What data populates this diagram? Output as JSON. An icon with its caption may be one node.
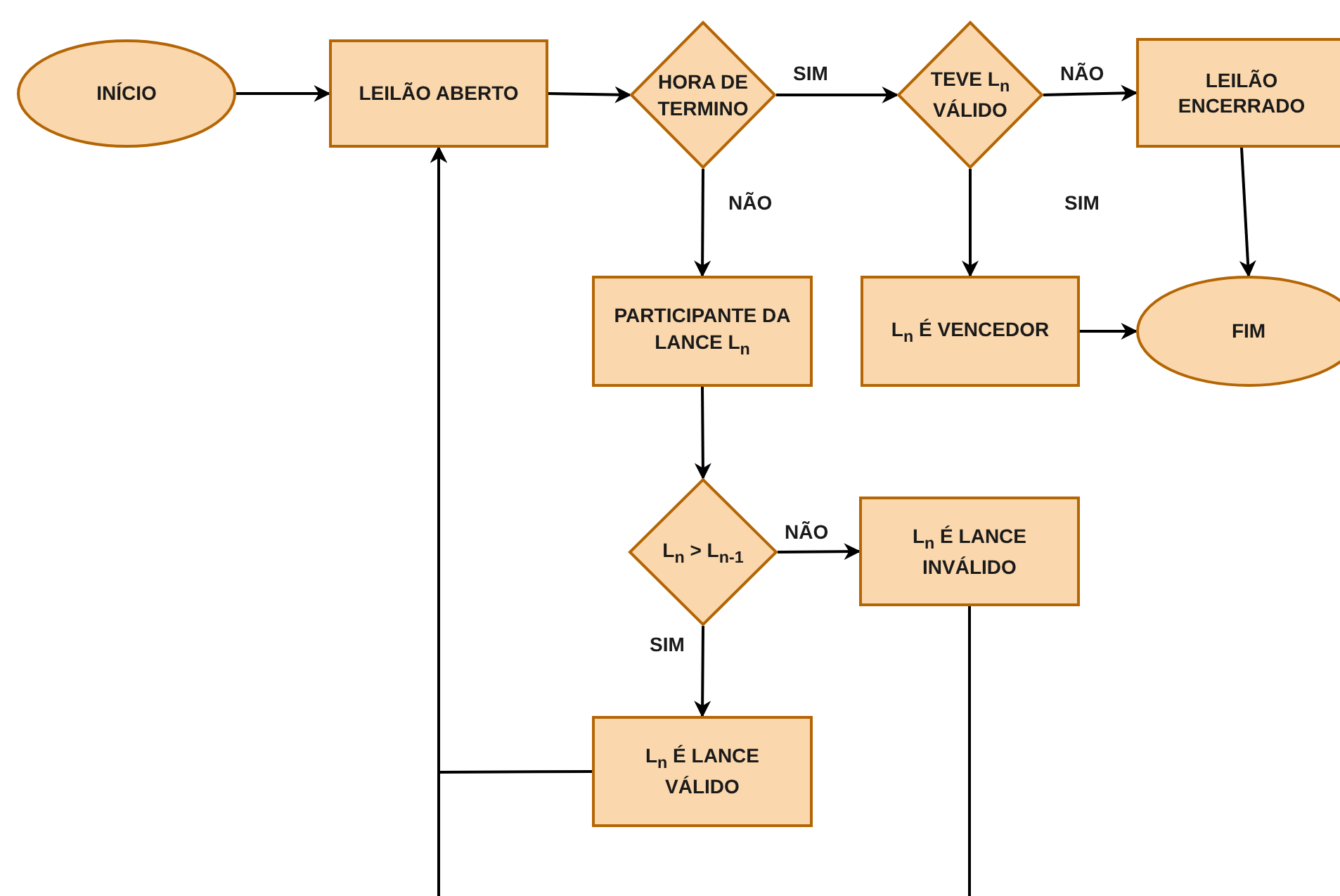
{
  "diagram": {
    "nodes": [
      {
        "text": [
          "INÍCIO"
        ]
      },
      {
        "text": [
          "LEILÃO ABERTO"
        ]
      },
      {
        "text": [
          "HORA DE TERMINO"
        ]
      },
      {
        "text": [
          "TEVE L$_{n}$ VÁLIDO"
        ]
      },
      {
        "text": [
          "LEILÃO ENCERRADO"
        ]
      },
      {
        "text": [
          "PARTICIPANTE DA LANCE L$_{n}$"
        ]
      },
      {
        "text": [
          "L$_{n}$ É VENCEDOR"
        ]
      },
      {
        "text": [
          "FIM"
        ]
      },
      {
        "text": [
          "L$_{n}$ > L$_{n-1}$"
        ]
      },
      {
        "text": [
          "L$_{n}$ É LANCE INVÁLIDO"
        ]
      },
      {
        "text": [
          "L$_{n}$  É LANCE VÁLIDO"
        ]
      }
    ],
    "edges": [
      {
        "from": 0,
        "to": 1,
        "arrow": "to"
      },
      {
        "from": 1,
        "to": 2,
        "arrow": "to"
      },
      {
        "from": 2,
        "to": 3,
        "arrow": "to",
        "label": "SIM"
      },
      {
        "from": 3,
        "to": 4,
        "arrow": "to",
        "label": "NÃO"
      },
      {
        "from": 2,
        "to": 5,
        "arrow": "to",
        "label": "NÃO"
      },
      {
        "from": 3,
        "to": 6,
        "arrow": "to",
        "label": "SIM"
      },
      {
        "from": 4,
        "to": 7,
        "arrow": "to"
      },
      {
        "from": 6,
        "to": 7,
        "arrow": "to"
      },
      {
        "from": 5,
        "to": 8,
        "arrow": "to"
      },
      {
        "from": 8,
        "to": 9,
        "arrow": "to",
        "label": "NÃO"
      },
      {
        "from": 8,
        "to": 10,
        "arrow": "to",
        "label": "SIM"
      },
      {
        "from": 10,
        "to": 1,
        "arrow": "to"
      },
      {
        "from": 9,
        "to": 1,
        "arrow": "to"
      }
    ]
  }
}
